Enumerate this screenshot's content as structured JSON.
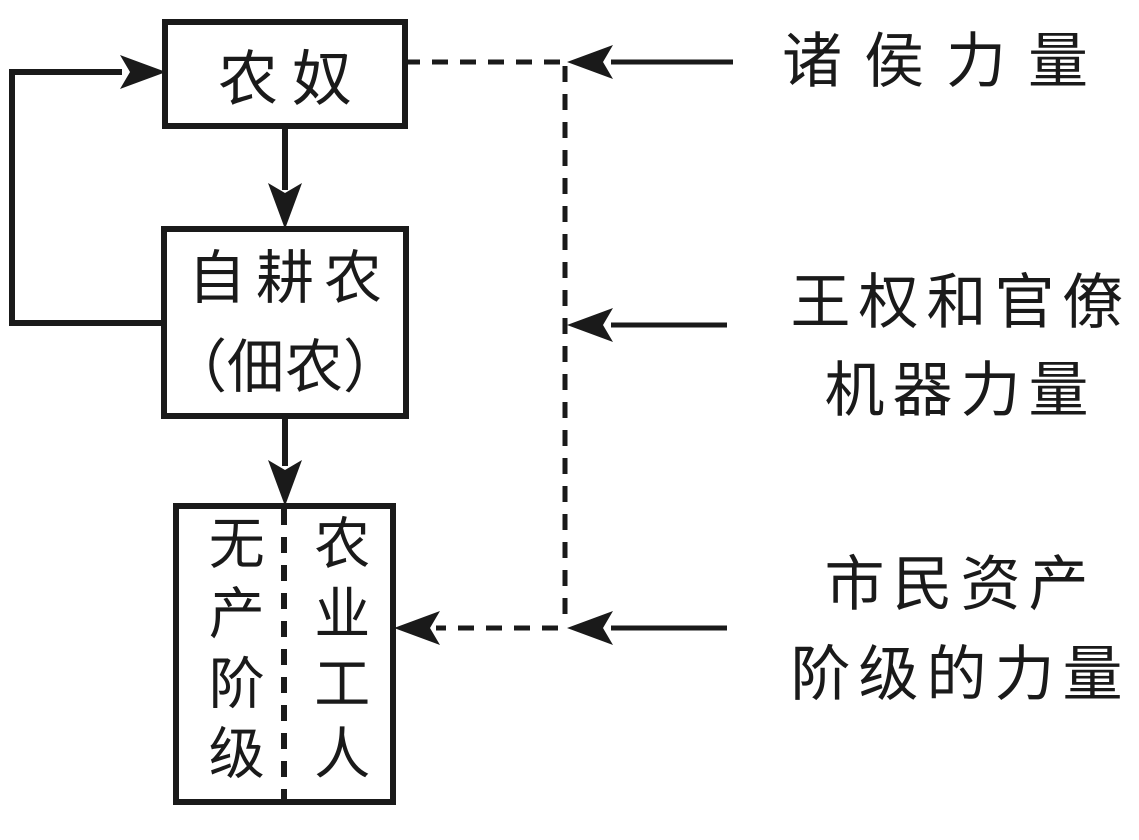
{
  "diagram": {
    "title_note": "",
    "colors": {
      "stroke": "#1a1a1a",
      "background": "#ffffff"
    },
    "boxes": {
      "serf": {
        "label": "农奴"
      },
      "freeholder": {
        "line1": "自耕农",
        "line2": "（佃农）"
      },
      "split": {
        "left_column": "无产阶级",
        "right_column": "农业工人"
      }
    },
    "side_labels": {
      "princes": {
        "line1": "诸侯力量"
      },
      "royal": {
        "line1": "王权和官僚",
        "line2": "机器力量"
      },
      "bourgeois": {
        "line1": "市民资产",
        "line2": "阶级的力量"
      }
    }
  }
}
